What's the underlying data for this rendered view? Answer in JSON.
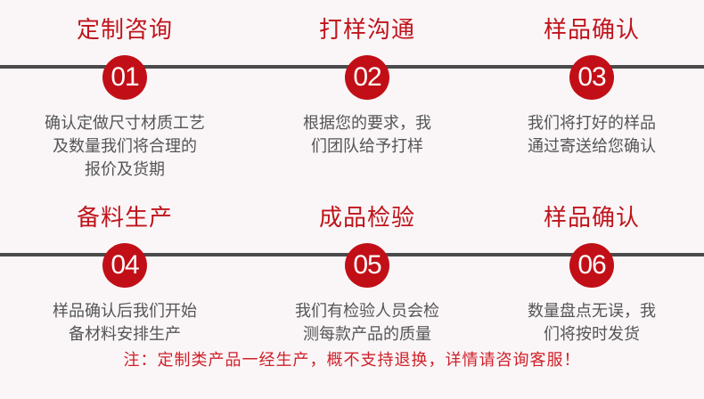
{
  "colors": {
    "background": "#faf6f7",
    "accent_red": "#c20f17",
    "title_red": "#c0141c",
    "timeline_gray": "#4a4a4a",
    "body_text": "#555555",
    "notice_red": "#d0202a"
  },
  "steps": [
    {
      "number": "01",
      "title": "定制咨询",
      "description": [
        "确认定做尺寸材质工艺",
        "及数量我们将合理的",
        "报价及货期"
      ]
    },
    {
      "number": "02",
      "title": "打样沟通",
      "description": [
        "根据您的要求，我",
        "们团队给予打样"
      ]
    },
    {
      "number": "03",
      "title": "样品确认",
      "description": [
        "我们将打好的样品",
        "通过寄送给您确认"
      ]
    },
    {
      "number": "04",
      "title": "备料生产",
      "description": [
        "样品确认后我们开始",
        "备材料安排生产"
      ]
    },
    {
      "number": "05",
      "title": "成品检验",
      "description": [
        "我们有检验人员会检",
        "测每款产品的质量"
      ]
    },
    {
      "number": "06",
      "title": "样品确认",
      "description": [
        "数量盘点无误，我",
        "们将按时发货"
      ]
    }
  ],
  "notice": "注：定制类产品一经生产，概不支持退换，详情请咨询客服！"
}
